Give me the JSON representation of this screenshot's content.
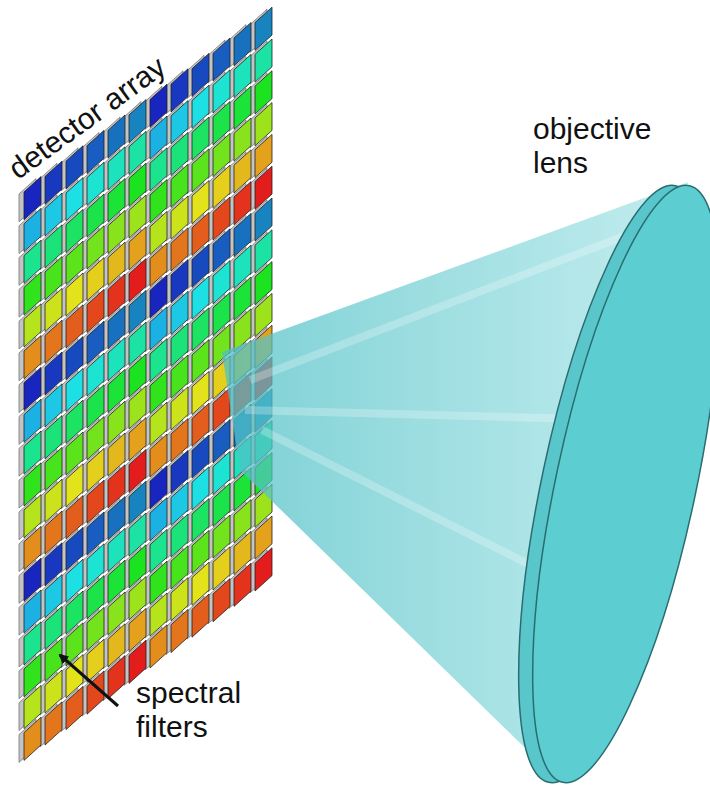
{
  "diagram": {
    "labels": [
      "detector array",
      "objective lens",
      "spectral filters"
    ]
  }
}
